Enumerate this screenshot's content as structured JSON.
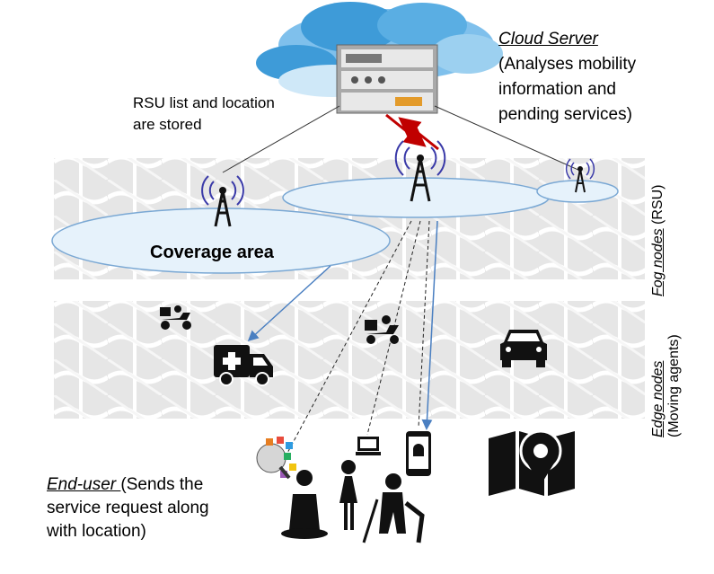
{
  "cloud_server": {
    "title": "Cloud Server",
    "desc_lines": [
      "(Analyses mobility",
      "information and",
      "pending services)"
    ]
  },
  "rsu_note": {
    "lines": [
      "RSU list and location",
      "are stored"
    ]
  },
  "coverage_label": "Coverage area",
  "fog_layer": {
    "title": "Fog nodes",
    "suffix": " (RSU)"
  },
  "edge_layer": {
    "title": "Edge nodes",
    "suffix": "(Moving agents)"
  },
  "end_user": {
    "title": "End-user ",
    "line1_rest": "(Sends the",
    "line2": "service request along",
    "line3": "with location)"
  },
  "colors": {
    "cloud": "#3e9bd8",
    "server": "#b9b9b9",
    "arrow_red": "#c00000",
    "arrow_blue": "#4a7fc1",
    "rsu_wave": "#3a3aa8",
    "road_layer": "#dcdcdc",
    "coverage_fill": "#e6f2fb"
  },
  "icons": [
    "cloud-icon",
    "server-rack-icon",
    "antenna-tower-icon",
    "scooter-icon",
    "ambulance-icon",
    "car-icon",
    "laptop-icon",
    "smartphone-icon",
    "map-pin-icon",
    "people-icon",
    "apps-icon"
  ]
}
